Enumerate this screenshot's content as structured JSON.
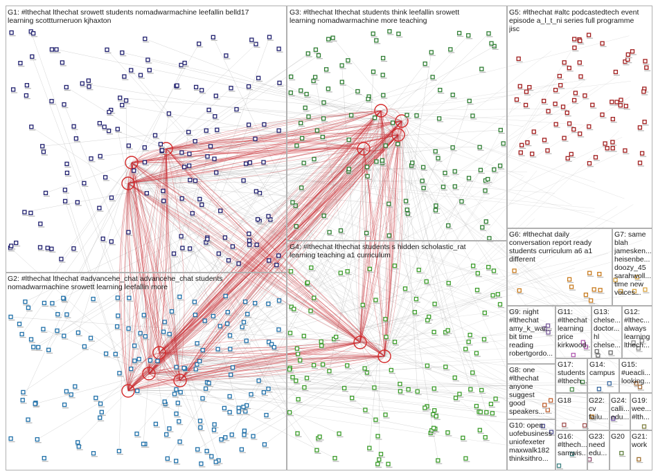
{
  "groups": [
    {
      "id": "G1",
      "label": "G1: #lthechat lthechat srowett students nomadwarmachine leefallin belld17\nlearning scottturneruon kjhaxton",
      "color": "#1f1f6e"
    },
    {
      "id": "G2",
      "label": "G2: #lthechat lthechat #advancehe_chat advancehe_chat students\nnomadwarmachine srowett learning leefallin more",
      "color": "#1e6fa8"
    },
    {
      "id": "G3",
      "label": "G3: #lthechat lthechat students think leefallin srowett\nlearning nomadwarmachine more teaching",
      "color": "#2e7d32"
    },
    {
      "id": "G4",
      "label": "G4: #lthechat lthechat students s hidden scholastic_rat\nlearning teaching a1 curriculum",
      "color": "#3b9c2a"
    },
    {
      "id": "G5",
      "label": "G5: #lthechat #altc podcastedtech event\nepisode a_l_t_ni series full programme\njisc",
      "color": "#a01c1c"
    },
    {
      "id": "G6",
      "label": "G6: #lthechat daily\nconversation report ready\nstudents curriculum a6 a1\ndifferent",
      "color": "#c87b1e"
    },
    {
      "id": "G7",
      "label": "G7: same\nblah\njamesken...\nheisenbe...\ndoozy_45\nsarahwoll...\ntime new\nvoices...",
      "color": "#d9a441"
    },
    {
      "id": "G9",
      "label": "G9: night\n#lthechat\namy_k_war...\nbit time\nreading\nrobertgordo...",
      "color": "#7a5c9c"
    },
    {
      "id": "G11",
      "label": "G11:\n#lthechat\nlearning\nprice\nkirkwood...",
      "color": "#b05ab0"
    },
    {
      "id": "G13",
      "label": "G13:\nchelse...\ndoctor...\nhl\nchelse...",
      "color": "#6a6a6a"
    },
    {
      "id": "G12",
      "label": "G12:\n#lthec...\nalways\nlearning\nlthech...",
      "color": "#8c8c8c"
    },
    {
      "id": "G8",
      "label": "G8: one\n#lthechat\nanyone\nsuggest\ngood\nspeakers...",
      "color": "#c06030"
    },
    {
      "id": "G17",
      "label": "G17:\nstudents\n#lthech...",
      "color": "#4a8a4a"
    },
    {
      "id": "G14",
      "label": "G14: campus",
      "color": "#3a6aa0"
    },
    {
      "id": "G15",
      "label": "G15:\n#ueacli...\nlooking...",
      "color": "#a06a3a"
    },
    {
      "id": "G10",
      "label": "G10: open\nuofebusiness\nuniofexeter\nmaxwalk182\nthinksithro...",
      "color": "#505090"
    },
    {
      "id": "G18",
      "label": "G18",
      "color": "#a05050"
    },
    {
      "id": "G22",
      "label": "G22: cv\nfailu...",
      "color": "#c08030"
    },
    {
      "id": "G24",
      "label": "G24: calli...\nedu...",
      "color": "#6a4aa0"
    },
    {
      "id": "G19",
      "label": "G19: wee...\n#lth...",
      "color": "#808040"
    },
    {
      "id": "G16",
      "label": "G16:\n#lthech...\nsamwis...",
      "color": "#3a8080"
    },
    {
      "id": "G23",
      "label": "G23: need\nedu...",
      "color": "#905070"
    },
    {
      "id": "G20",
      "label": "G20",
      "color": "#608040"
    },
    {
      "id": "G21",
      "label": "G21:\nwork",
      "color": "#a07030"
    }
  ]
}
